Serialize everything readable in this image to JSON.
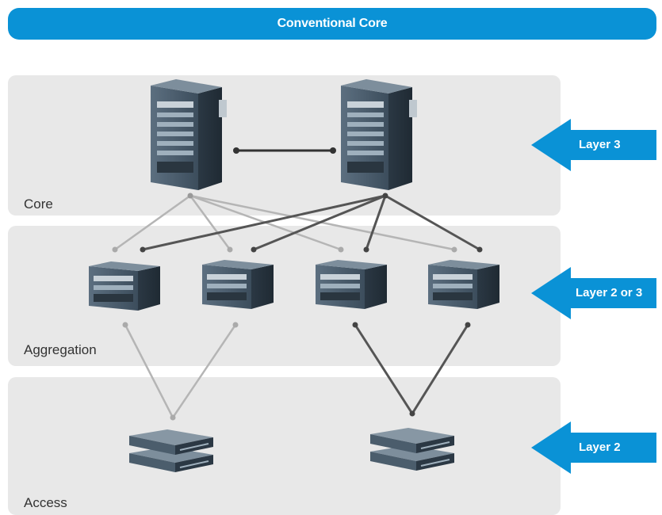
{
  "banner": {
    "title": "Conventional Core"
  },
  "bands": [
    {
      "label": "Core"
    },
    {
      "label": "Aggregation"
    },
    {
      "label": "Access"
    }
  ],
  "layers": [
    {
      "label": "Layer 3"
    },
    {
      "label": "Layer 2 or 3"
    },
    {
      "label": "Layer 2"
    }
  ],
  "colors": {
    "accent": "#0a92d6",
    "band": "#e8e8e8",
    "link_dark": "#555555",
    "link_light": "#b5b5b5",
    "chassis": "#3e5060"
  },
  "icons": [
    "core-chassis-switch-icon",
    "aggregation-switch-icon",
    "access-switch-stack-icon"
  ]
}
